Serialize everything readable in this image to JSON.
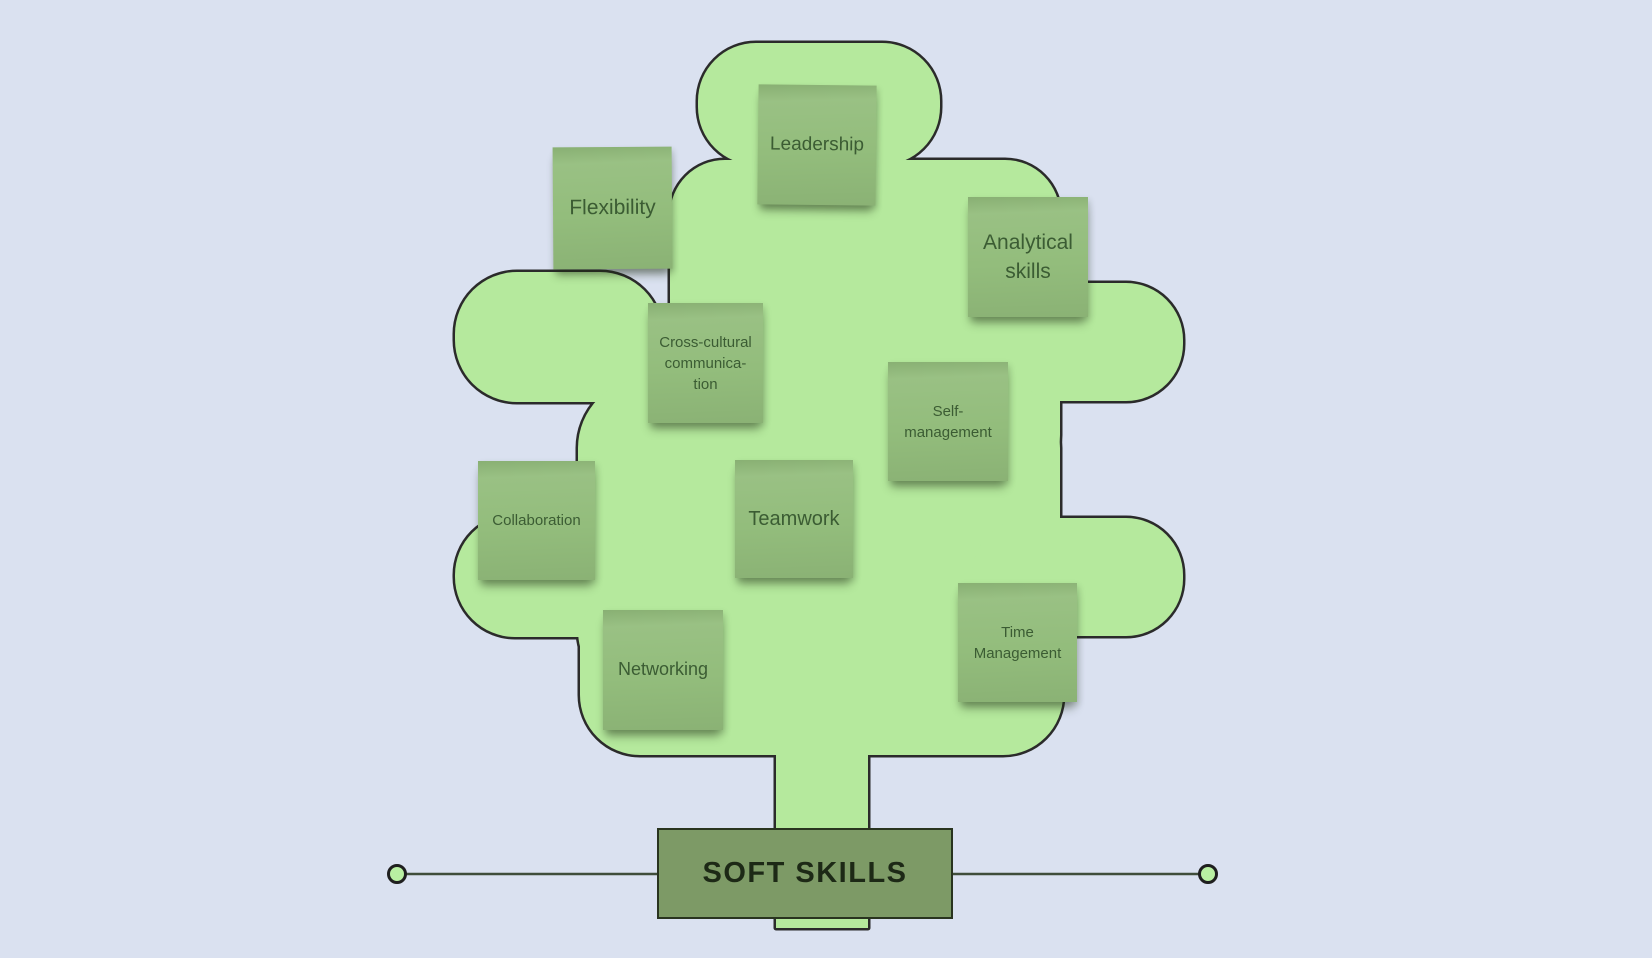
{
  "board": {
    "title": "SOFT SKILLS",
    "shape": "tree-of-rounded-blobs"
  },
  "root_label": {
    "text": "SOFT SKILLS"
  },
  "notes": [
    {
      "id": "leadership",
      "label": "Leadership"
    },
    {
      "id": "flexibility",
      "label": "Flexibility"
    },
    {
      "id": "analytical-skills",
      "label": "Analytical\nskills"
    },
    {
      "id": "cross-cultural-communication",
      "label": "Cross-cultural\ncommunica-\ntion"
    },
    {
      "id": "self-management",
      "label": "Self-\nmanagement"
    },
    {
      "id": "collaboration",
      "label": "Collaboration"
    },
    {
      "id": "teamwork",
      "label": "Teamwork"
    },
    {
      "id": "networking",
      "label": "Networking"
    },
    {
      "id": "time-management",
      "label": "Time\nManagement"
    }
  ],
  "colors": {
    "background": "#dae1f0",
    "tree_fill": "#b5e99d",
    "tree_outline": "#2b2b2b",
    "note_fill": "#93bd7c",
    "note_text": "#3b5c33",
    "root_fill": "#7d9a66",
    "root_border": "#29341f",
    "root_text": "#1d2916",
    "connector_line": "#3f4d3a",
    "endpoint_fill": "#b9f0a2",
    "endpoint_stroke": "#1f1f1f"
  }
}
